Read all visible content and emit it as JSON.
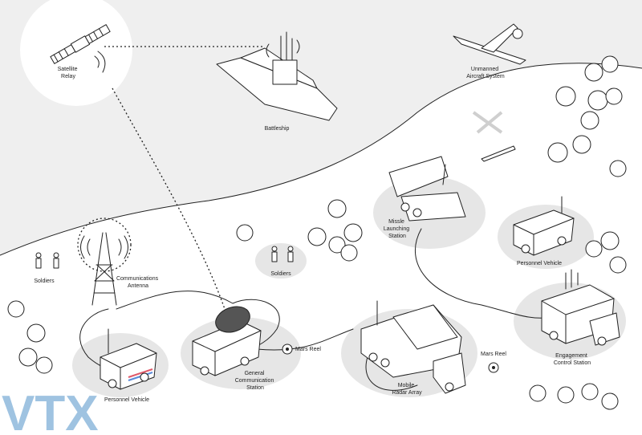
{
  "labels": {
    "satellite": [
      "Satellite",
      "Relay"
    ],
    "battleship": "Battleship",
    "uas": [
      "Unmanned",
      "Aircraft System"
    ],
    "missile": [
      "Missle",
      "Launching",
      "Station"
    ],
    "personnel_right": "Personnel Vehicle",
    "soldiers_left": "Soldiers",
    "soldiers_mid": "Soldiers",
    "comm_antenna": [
      "Communications",
      "Antenna"
    ],
    "mars_reel_1": "Mars Reel",
    "mars_reel_2": "Mars Reel",
    "general_comm": [
      "General",
      "Communication",
      "Station"
    ],
    "radar": [
      "Mobile",
      "Radar Array"
    ],
    "engagement": [
      "Engagement",
      "Control Station"
    ],
    "personnel_left": "Personnel Vehicle"
  },
  "logo": {
    "text": "VTX",
    "colors": [
      "#7fb0d8",
      "#e4a3b5"
    ]
  },
  "colors": {
    "sea": "#efefef",
    "pad": "#e6e6e6",
    "line": "#222222"
  }
}
